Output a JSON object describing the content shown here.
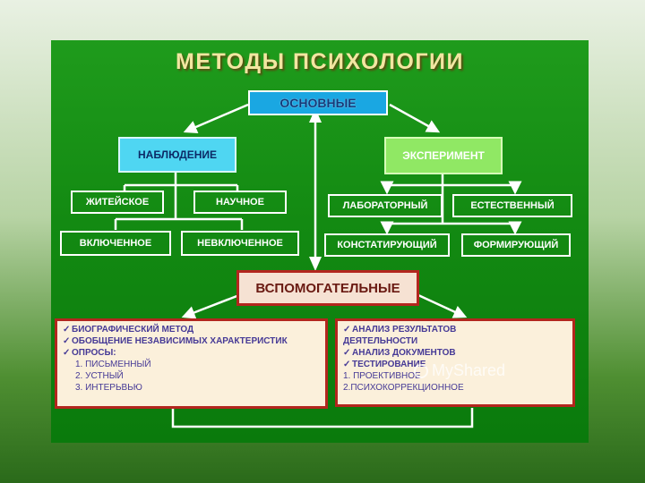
{
  "title": "МЕТОДЫ  ПСИХОЛОГИИ",
  "basic": "ОСНОВНЫЕ",
  "observation": {
    "label": "НАБЛЮДЕНИЕ",
    "children": [
      "ЖИТЕЙСКОЕ",
      "НАУЧНОЕ",
      "ВКЛЮЧЕННОЕ",
      "НЕВКЛЮЧЕННОЕ"
    ]
  },
  "experiment": {
    "label": "ЭКСПЕРИМЕНТ",
    "children": [
      "ЛАБОРАТОРНЫЙ",
      "ЕСТЕСТВЕННЫЙ",
      "КОНСТАТИРУЮЩИЙ",
      "ФОРМИРУЮЩИЙ"
    ]
  },
  "auxiliary": "ВСПОМОГАТЕЛЬНЫЕ",
  "left_panel": {
    "items": [
      "БИОГРАФИЧЕСКИЙ МЕТОД",
      "ОБОБЩЕНИЕ НЕЗАВИСИМЫХ ХАРАКТЕРИСТИК",
      "ОПРОСЫ:"
    ],
    "subitems": [
      "1. ПИСЬМЕННЫЙ",
      "2. УСТНЫЙ",
      "3. ИНТЕРЬВЬЮ"
    ]
  },
  "right_panel": {
    "items": [
      "АНАЛИЗ РЕЗУЛЬТАТОВ",
      "ДЕЯТЕЛЬНОСТИ",
      "АНАЛИЗ ДОКУМЕНТОВ",
      "ТЕСТИРОВАНИЕ"
    ],
    "subitems": [
      "1. ПРОЕКТИВНОЕ",
      "2.ПСИХОКОРРЕКЦИОННОЕ"
    ]
  },
  "watermark": "MyShared",
  "colors": {
    "slide_green": "#138a12",
    "basic_blue": "#1aa7e2",
    "observation_cyan": "#4fd6f2",
    "experiment_green": "#90e864",
    "aux_border": "#b3261e",
    "panel_text": "#463a96",
    "title_gold": "#f2e6a1"
  }
}
